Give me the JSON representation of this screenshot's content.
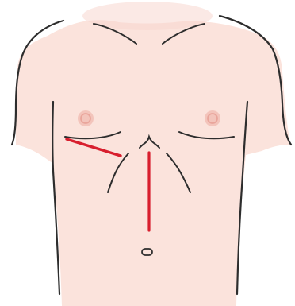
{
  "diagram": {
    "colors": {
      "background": "#ffffff",
      "skin": "#fbe3dc",
      "skin_glow": "#f7d7cf",
      "outline": "#2d2d2d",
      "areola": "#f0b6ad",
      "nipple": "#e9a59b",
      "incision": "#d81f2e"
    },
    "parts": [
      "torso-outline",
      "neck-collar-lines",
      "chest-muscle-lines",
      "ribcage-lines",
      "nipples",
      "navel",
      "incision-lines"
    ]
  }
}
